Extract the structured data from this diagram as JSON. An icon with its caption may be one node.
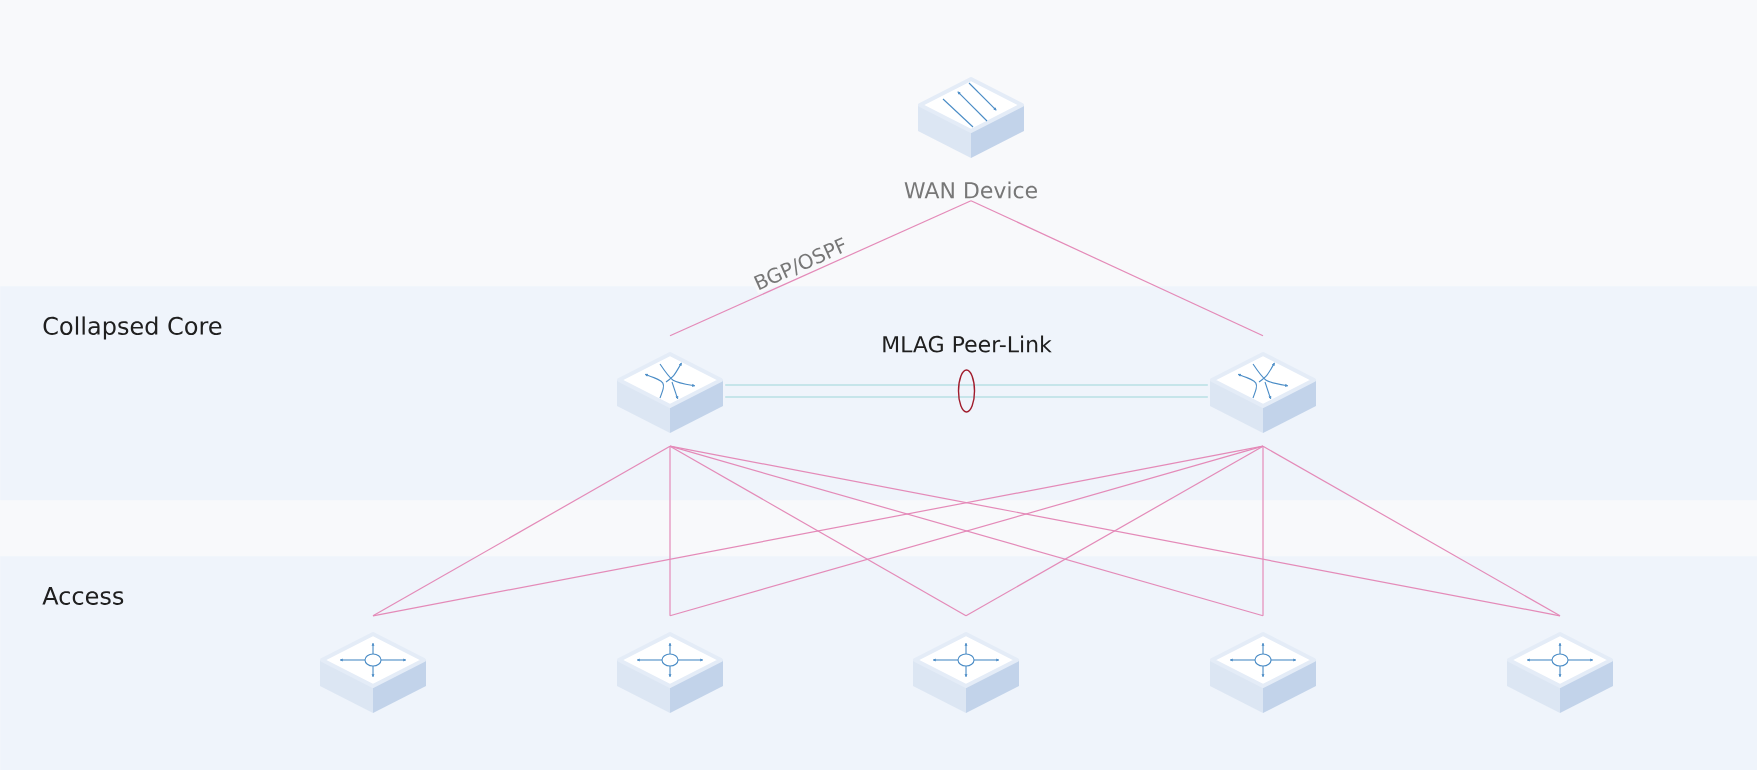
{
  "diagram": {
    "nodes": [
      {
        "text": [
          "Collapsed Core"
        ]
      },
      {
        "text": [
          "Access"
        ]
      },
      {
        "text": [
          "WAN Device"
        ]
      },
      {
        "text": [],
        "shape": "picture",
        "in": 0
      },
      {
        "text": [],
        "shape": "picture",
        "in": 0
      },
      {
        "text": [],
        "shape": "picture",
        "in": 1
      },
      {
        "text": [],
        "shape": "picture",
        "in": 1
      },
      {
        "text": [],
        "shape": "picture",
        "in": 1
      },
      {
        "text": [],
        "shape": "picture",
        "in": 1
      },
      {
        "text": [],
        "shape": "picture",
        "in": 1
      }
    ],
    "edges": [
      {
        "from": 2,
        "to": 3,
        "arrow": "none",
        "label": "BGP/OSPF"
      },
      {
        "from": 2,
        "to": 4,
        "arrow": "none"
      },
      {
        "from": 3,
        "to": 4,
        "arrow": "none",
        "label": "MLAG Peer-Link",
        "color": "#9dd6da"
      },
      {
        "from": 3,
        "to": 5,
        "arrow": "none"
      },
      {
        "from": 3,
        "to": 6,
        "arrow": "none"
      },
      {
        "from": 3,
        "to": 7,
        "arrow": "none"
      },
      {
        "from": 3,
        "to": 8,
        "arrow": "none"
      },
      {
        "from": 3,
        "to": 9,
        "arrow": "none"
      },
      {
        "from": 4,
        "to": 5,
        "arrow": "none"
      },
      {
        "from": 4,
        "to": 6,
        "arrow": "none"
      },
      {
        "from": 4,
        "to": 7,
        "arrow": "none"
      },
      {
        "from": 4,
        "to": 8,
        "arrow": "none"
      },
      {
        "from": 4,
        "to": 9,
        "arrow": "none"
      }
    ]
  }
}
